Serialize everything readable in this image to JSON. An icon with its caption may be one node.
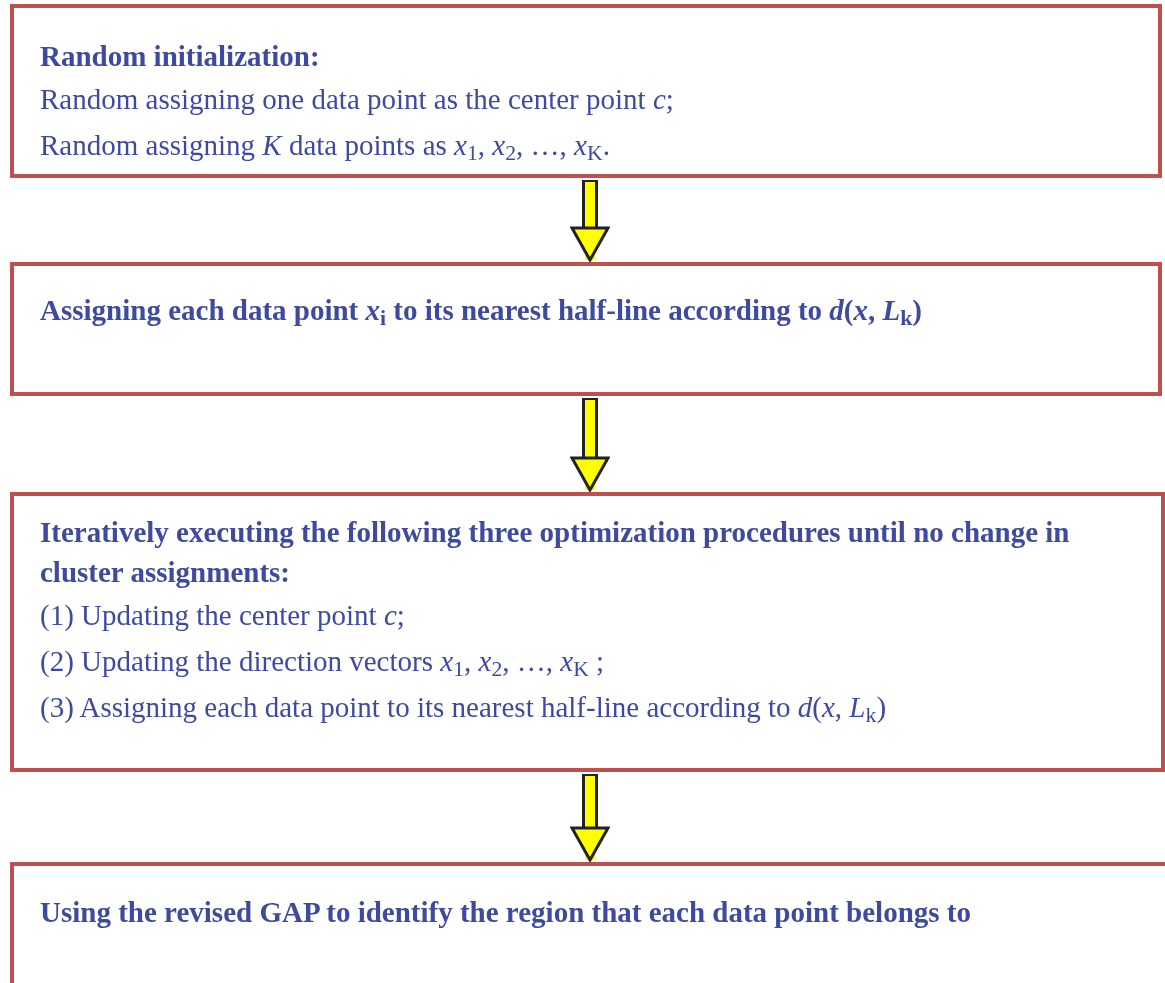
{
  "diagram": {
    "nodes": [
      {
        "text": [
          "Random initialization:",
          "Random assigning one data point as the center point *c*;",
          "Random assigning *K* data points as *x*$_{1}$, *x*$_{2}$, …, *x*$_{K}$."
        ]
      },
      {
        "text": [
          "Assigning each data point *x*$_{i}$ to its nearest half-line according to *d*(*x*, *L*$_{k}$)"
        ]
      },
      {
        "text": [
          "Iteratively executing the following three optimization procedures until no change in cluster assignments:",
          "(1) Updating the center point *c*;",
          "(2) Updating the direction vectors *x*$_{1}$, *x*$_{2}$, …, *x*$_{K}$ ;",
          "(3) Assigning each data point to its nearest half-line according to *d*(*x*, *L*$_{k}$)"
        ]
      },
      {
        "text": [
          "Using the revised GAP to identify the region that each data point belongs to"
        ]
      }
    ],
    "edges": [
      {
        "from": 0,
        "to": 1,
        "arrow": "to"
      },
      {
        "from": 1,
        "to": 2,
        "arrow": "to"
      },
      {
        "from": 2,
        "to": 3,
        "arrow": "to"
      }
    ]
  }
}
